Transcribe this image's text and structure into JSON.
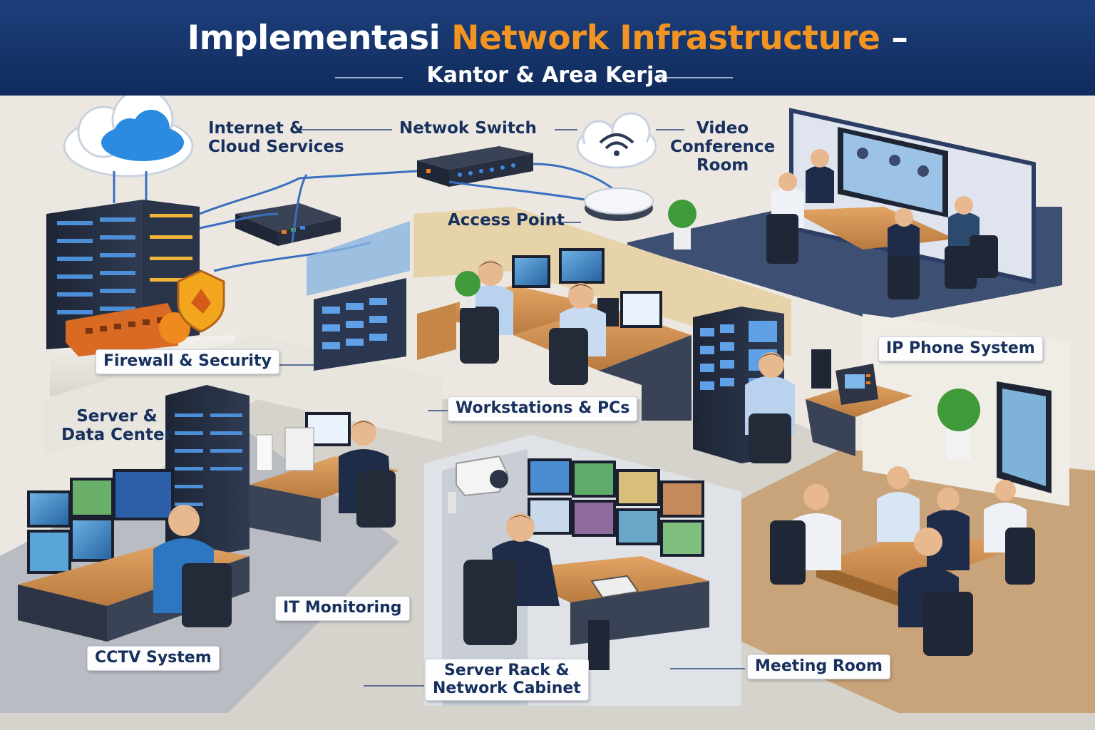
{
  "header": {
    "title_part1": "Implementasi ",
    "title_accent": "Network Infrastructure",
    "title_part2": " –",
    "subtitle": "Kantor & Area Kerja",
    "colors": {
      "banner": "#173568",
      "accent": "#f29422",
      "text": "#ffffff"
    }
  },
  "labels": {
    "internet": [
      "Internet &",
      "Cloud Services"
    ],
    "switch": "Netwok Switch",
    "video": [
      "Video",
      "Conference",
      "Room"
    ],
    "access_point": "Access Point",
    "firewall": "Firewall & Security",
    "server_dc": [
      "Server &",
      "Data Center"
    ],
    "workstations": "Workstations & PCs",
    "ip_phone": "IP Phone System",
    "it_monitoring": "IT Monitoring",
    "cctv": "CCTV System",
    "server_rack": [
      "Server Rack &",
      "Network Cabinet"
    ],
    "meeting": "Meeting Room"
  },
  "icons": [
    "cloud-icon",
    "wifi-icon",
    "shield-icon",
    "cctv-camera-icon",
    "ip-phone-icon"
  ]
}
